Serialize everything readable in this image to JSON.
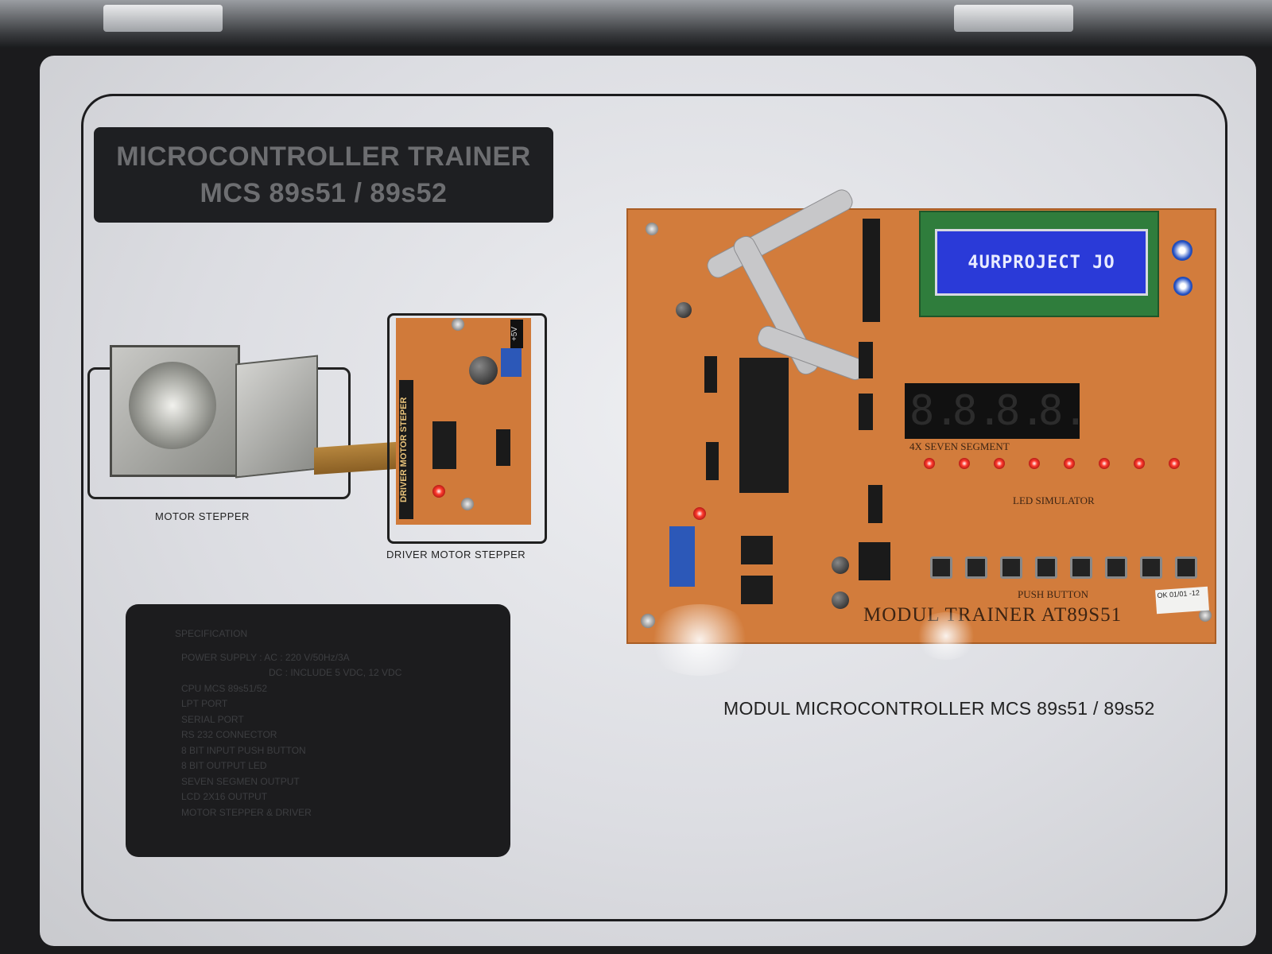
{
  "title_plate": {
    "line1": "MICROCONTROLLER TRAINER",
    "line2": "MCS 89s51 / 89s52"
  },
  "labels": {
    "motor_stepper": "MOTOR STEPPER",
    "driver_motor_stepper": "DRIVER MOTOR STEPPER",
    "driver_board_label": "DRIVER MOTOR STEPER",
    "module_label": "MODUL MICROCONTROLLER MCS 89s51 / 89s52",
    "plus5v": "+5V"
  },
  "trainer_board": {
    "lcd_text": "4URPROJECT JO",
    "seven_segment_label": "4X SEVEN SEGMENT",
    "seven_segment_digits": [
      "8.",
      "8.",
      "8.",
      "8."
    ],
    "led_simulator_label": "LED SIMULATOR",
    "push_button_label": "PUSH BUTTON",
    "board_title": "MODUL TRAINER AT89S51",
    "note_text": "OK 01/01 -12",
    "led_count": 8,
    "push_button_count": 8
  },
  "specification": {
    "heading": "SPECIFICATION",
    "lines": [
      "POWER SUPPLY : AC : 220 V/50Hz/3A",
      "DC : INCLUDE 5 VDC, 12 VDC",
      "CPU MCS 89s51/52",
      "LPT PORT",
      "SERIAL PORT",
      "RS 232 CONNECTOR",
      "8 BIT INPUT PUSH BUTTON",
      "8 BIT OUTPUT LED",
      "SEVEN SEGMEN OUTPUT",
      "LCD 2X16 OUTPUT",
      "MOTOR STEPPER & DRIVER"
    ]
  },
  "colors": {
    "pcb": "#d27c3c",
    "lcd_backlight": "#2a3ad8",
    "panel": "#dcdde1",
    "plate": "#1e1f22"
  }
}
